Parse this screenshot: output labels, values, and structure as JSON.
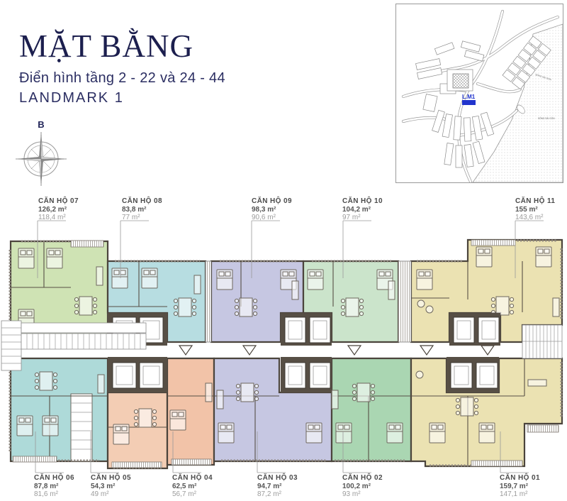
{
  "header": {
    "title": "MẶT BẰNG",
    "subtitle": "Điển hình tầng 2 - 22 và 24 - 44",
    "building_name": "LANDMARK 1"
  },
  "compass": {
    "north_label": "B"
  },
  "site_map": {
    "marker_label": "L.M1",
    "marker_color": "#2134cd",
    "river_label": "SÔNG SÀI GÒN"
  },
  "plan": {
    "wall_color": "#574f45",
    "units_top": [
      {
        "id": "07",
        "name": "CĂN HỘ 07",
        "gross_area": "126,2 m²",
        "net_area": "118,4 m²",
        "color": "#cfe3b4"
      },
      {
        "id": "08",
        "name": "CĂN HỘ 08",
        "gross_area": "83,8 m²",
        "net_area": "77 m²",
        "color": "#b7dde1"
      },
      {
        "id": "09",
        "name": "CĂN HỘ 09",
        "gross_area": "98,3 m²",
        "net_area": "90,6 m²",
        "color": "#c6c7e2"
      },
      {
        "id": "10",
        "name": "CĂN HỘ 10",
        "gross_area": "104,2 m²",
        "net_area": "97 m²",
        "color": "#cbe4cb"
      },
      {
        "id": "11",
        "name": "CĂN HỘ 11",
        "gross_area": "155 m²",
        "net_area": "143,6 m²",
        "color": "#ebe2b2"
      }
    ],
    "units_bottom": [
      {
        "id": "06",
        "name": "CĂN HỘ 06",
        "gross_area": "87,8 m²",
        "net_area": "81,6 m²",
        "color": "#aedad9"
      },
      {
        "id": "05",
        "name": "CĂN HỘ 05",
        "gross_area": "54,3 m²",
        "net_area": "49 m²",
        "color": "#f3cdb4"
      },
      {
        "id": "04",
        "name": "CĂN HỘ 04",
        "gross_area": "62,5 m²",
        "net_area": "56,7 m²",
        "color": "#f2c3a8"
      },
      {
        "id": "03",
        "name": "CĂN HỘ 03",
        "gross_area": "94,7 m²",
        "net_area": "87,2 m²",
        "color": "#c6c7e2"
      },
      {
        "id": "02",
        "name": "CĂN HỘ 02",
        "gross_area": "100,2 m²",
        "net_area": "93 m²",
        "color": "#aad6b2"
      },
      {
        "id": "01",
        "name": "CĂN HỘ 01",
        "gross_area": "159,7 m²",
        "net_area": "147,1 m²",
        "color": "#ebe2b2"
      }
    ]
  }
}
